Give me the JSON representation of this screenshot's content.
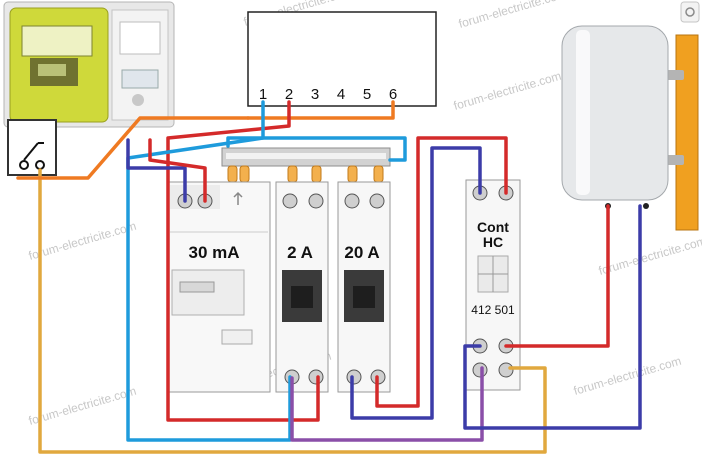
{
  "watermark": "forum-electricite.com",
  "box_terminals": [
    "1",
    "2",
    "3",
    "4",
    "5",
    "6"
  ],
  "devices": {
    "rcd_label": "30 mA",
    "breaker_small_label": "2 A",
    "breaker_large_label": "20 A",
    "contactor_title_line1": "Cont",
    "contactor_title_line2": "HC",
    "contactor_ref": "412 501"
  },
  "wire_colors": {
    "phase": "#d42a2a",
    "neutral": "#3c3ca8",
    "blue_light": "#1e9bdc",
    "orange": "#ef7a22",
    "purple": "#8a4fa8",
    "yellow": "#e1a83e"
  }
}
